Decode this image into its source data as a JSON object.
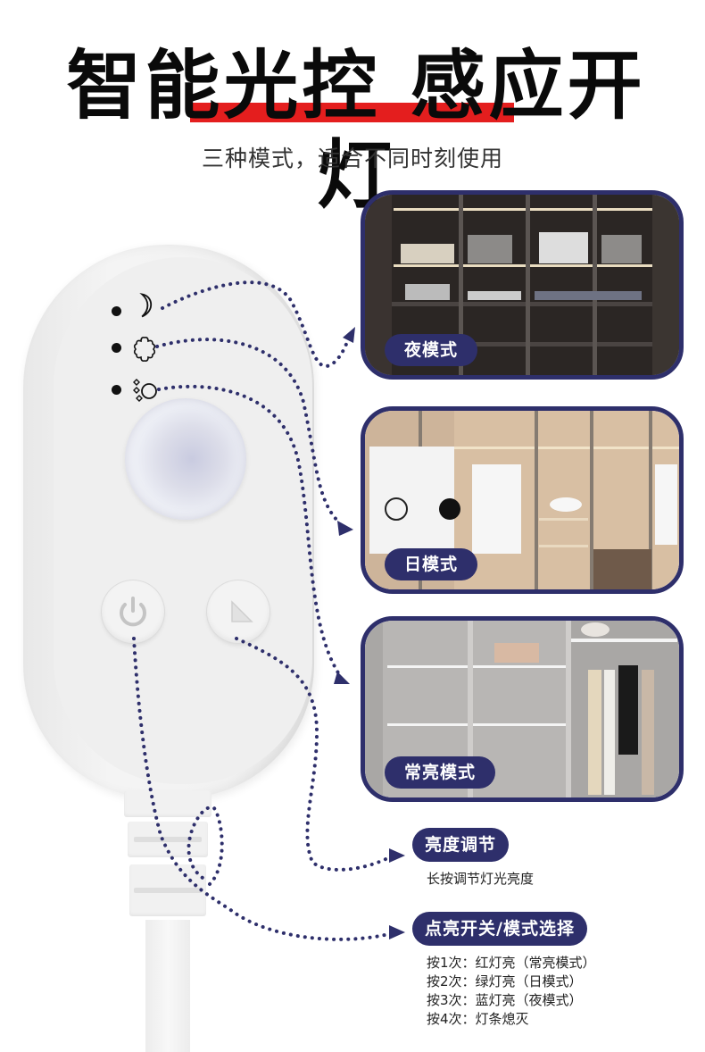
{
  "header": {
    "title": "智能光控 感应开灯",
    "subtitle": "三种模式，适合不同时刻使用"
  },
  "device": {
    "indicators": [
      {
        "mode": "night",
        "icon": "moon-icon"
      },
      {
        "mode": "day",
        "icon": "flower-icon"
      },
      {
        "mode": "always-on",
        "icon": "sun-sparkle-icon"
      }
    ],
    "buttons": [
      {
        "name": "power-button",
        "icon": "power-icon"
      },
      {
        "name": "brightness-button",
        "icon": "triangle-icon"
      }
    ]
  },
  "modes": [
    {
      "label": "夜模式",
      "scene": "dark wardrobe with glass doors"
    },
    {
      "label": "日模式",
      "scene": "warm wood walk-in closet"
    },
    {
      "label": "常亮模式",
      "scene": "grey wardrobe with hanging dresses"
    }
  ],
  "features": {
    "brightness": {
      "title": "亮度调节",
      "desc": "长按调节灯光亮度"
    },
    "switch": {
      "title": "点亮开关/模式选择",
      "lines": [
        "按1次：红灯亮（常亮模式）",
        "按2次：绿灯亮（日模式）",
        "按3次：蓝灯亮（夜模式）",
        "按4次：灯条熄灭"
      ]
    }
  },
  "colors": {
    "accent_navy": "#2e2f6b",
    "title_red": "#e41e1e",
    "title_black": "#0a0a0a"
  }
}
